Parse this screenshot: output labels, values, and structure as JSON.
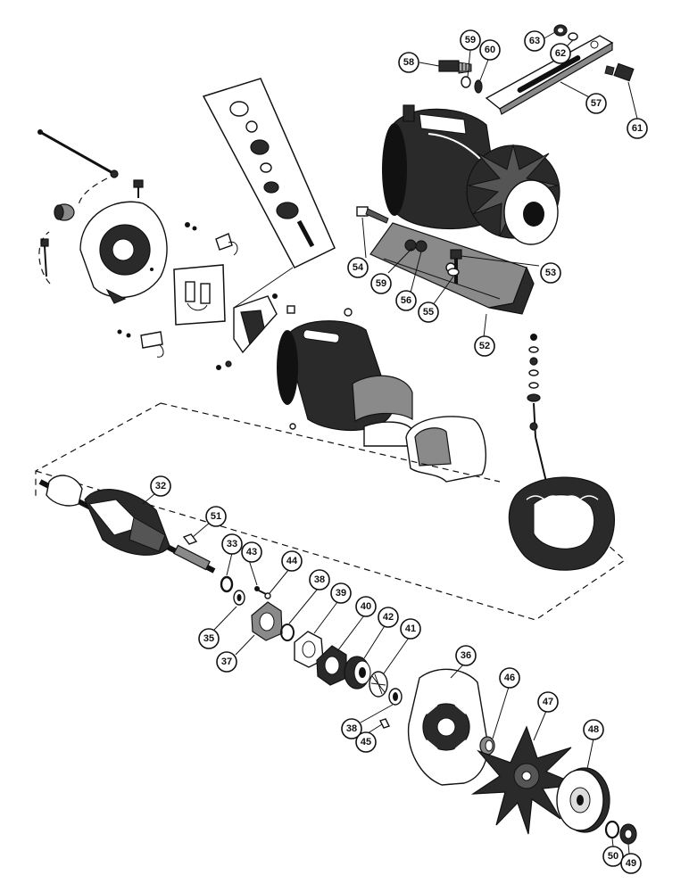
{
  "callouts": [
    {
      "id": "c32",
      "label": "32"
    },
    {
      "id": "c33",
      "label": "33"
    },
    {
      "id": "c35",
      "label": "35"
    },
    {
      "id": "c36",
      "label": "36"
    },
    {
      "id": "c37",
      "label": "37"
    },
    {
      "id": "c38a",
      "label": "38"
    },
    {
      "id": "c38b",
      "label": "38"
    },
    {
      "id": "c39",
      "label": "39"
    },
    {
      "id": "c40",
      "label": "40"
    },
    {
      "id": "c41",
      "label": "41"
    },
    {
      "id": "c42",
      "label": "42"
    },
    {
      "id": "c43",
      "label": "43"
    },
    {
      "id": "c44",
      "label": "44"
    },
    {
      "id": "c45",
      "label": "45"
    },
    {
      "id": "c46",
      "label": "46"
    },
    {
      "id": "c47",
      "label": "47"
    },
    {
      "id": "c48",
      "label": "48"
    },
    {
      "id": "c49",
      "label": "49"
    },
    {
      "id": "c50",
      "label": "50"
    },
    {
      "id": "c51",
      "label": "51"
    },
    {
      "id": "c52",
      "label": "52"
    },
    {
      "id": "c53",
      "label": "53"
    },
    {
      "id": "c54",
      "label": "54"
    },
    {
      "id": "c55",
      "label": "55"
    },
    {
      "id": "c56",
      "label": "56"
    },
    {
      "id": "c57",
      "label": "57"
    },
    {
      "id": "c58",
      "label": "58"
    },
    {
      "id": "c59a",
      "label": "59"
    },
    {
      "id": "c59b",
      "label": "59"
    },
    {
      "id": "c60",
      "label": "60"
    },
    {
      "id": "c61",
      "label": "61"
    },
    {
      "id": "c62",
      "label": "62"
    },
    {
      "id": "c63",
      "label": "63"
    }
  ]
}
